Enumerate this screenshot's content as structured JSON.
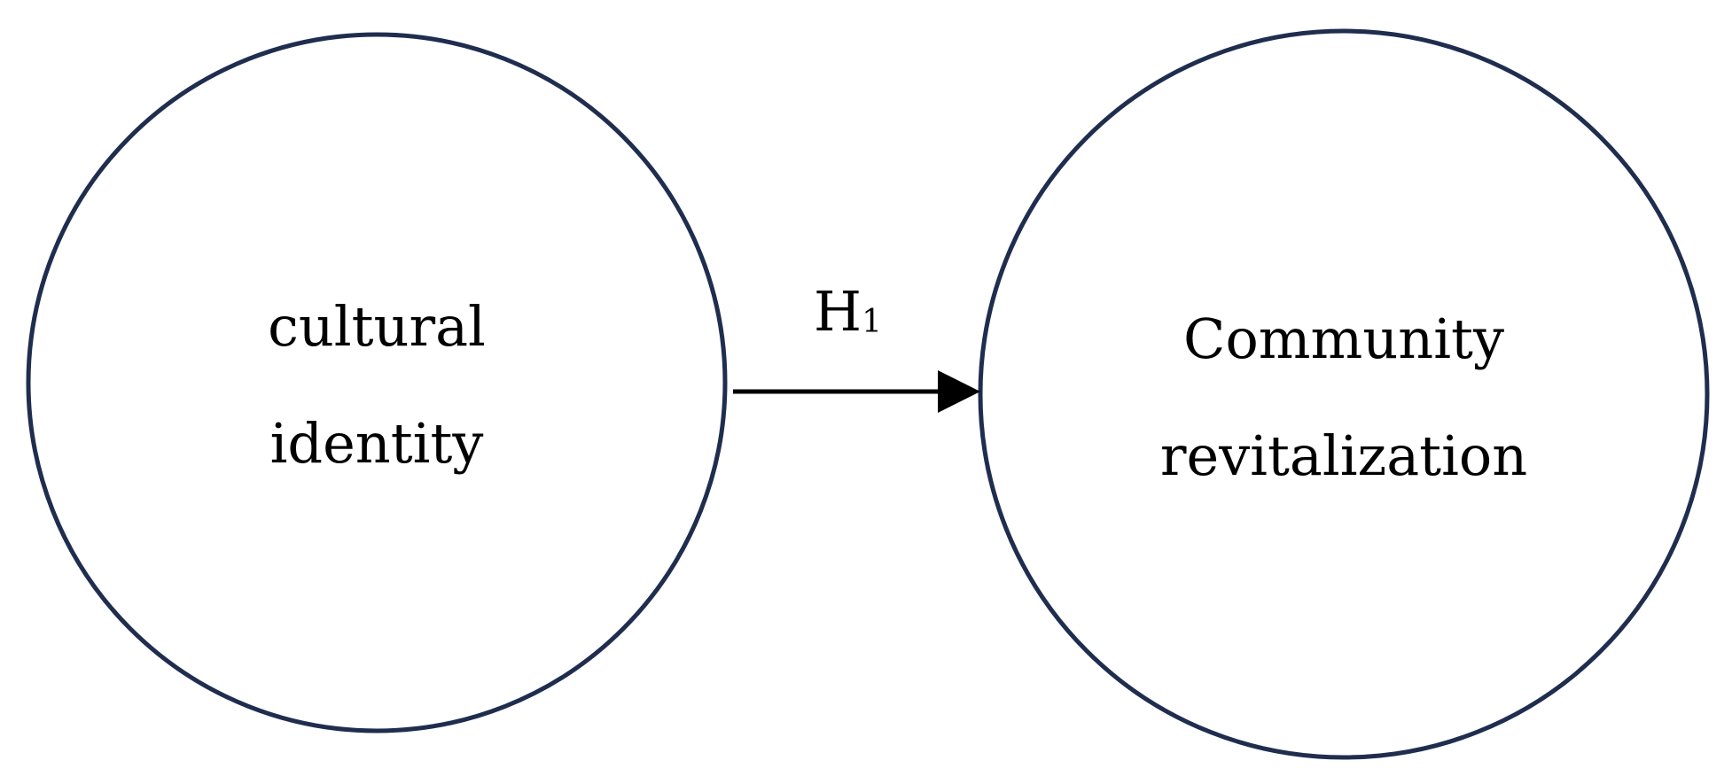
{
  "diagram": {
    "nodes": [
      {
        "id": "cultural-identity",
        "lines": [
          "cultural",
          "identity"
        ]
      },
      {
        "id": "community-revitalization",
        "lines": [
          "Community",
          "revitalization"
        ]
      }
    ],
    "edge": {
      "from": "cultural-identity",
      "to": "community-revitalization",
      "label_main": "H",
      "label_sub": "1"
    },
    "colors": {
      "circle_stroke": "#1f2d4e",
      "arrow": "#000000",
      "background": "#ffffff"
    }
  }
}
